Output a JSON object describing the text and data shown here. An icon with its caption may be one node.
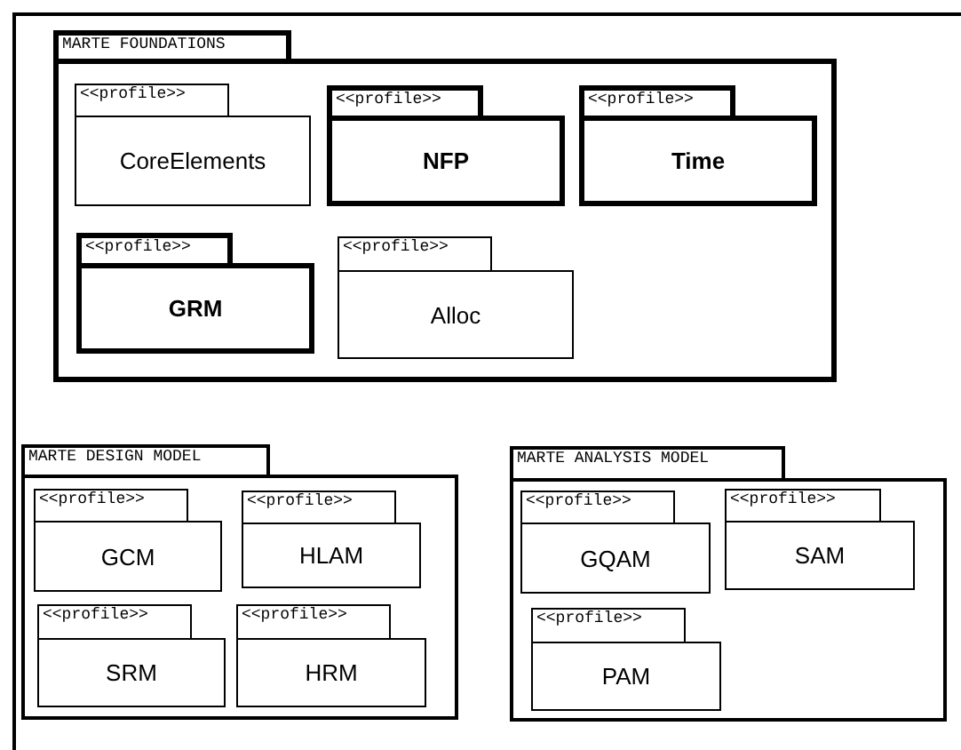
{
  "diagram": {
    "nodes": [
      {
        "text": [],
        "shape": "box"
      },
      {
        "text": [
          "MARTE FOUNDATIONS"
        ],
        "in": 0
      },
      {
        "text": [
          "<<profile>>",
          "CoreElements"
        ],
        "in": 1
      },
      {
        "text": [
          "<<profile>>",
          "NFP"
        ],
        "in": 1
      },
      {
        "text": [
          "<<profile>>",
          "Time"
        ],
        "in": 1
      },
      {
        "text": [
          "<<profile>>",
          "GRM"
        ],
        "in": 1
      },
      {
        "text": [
          "<<profile>>",
          "Alloc"
        ],
        "in": 1
      },
      {
        "text": [
          "MARTE DESIGN MODEL"
        ],
        "in": 0
      },
      {
        "text": [
          "<<profile>>",
          "GCM"
        ],
        "in": 7
      },
      {
        "text": [
          "<<profile>>",
          "HLAM"
        ],
        "in": 7
      },
      {
        "text": [
          "<<profile>>",
          "SRM"
        ],
        "in": 7
      },
      {
        "text": [
          "<<profile>>",
          "HRM"
        ],
        "in": 7
      },
      {
        "text": [
          "MARTE ANALYSIS MODEL"
        ],
        "in": 0
      },
      {
        "text": [
          "<<profile>>",
          "GQAM"
        ],
        "in": 12
      },
      {
        "text": [
          "<<profile>>",
          "SAM"
        ],
        "in": 12
      },
      {
        "text": [
          "<<profile>>",
          "PAM"
        ],
        "in": 12
      }
    ],
    "edges": []
  }
}
